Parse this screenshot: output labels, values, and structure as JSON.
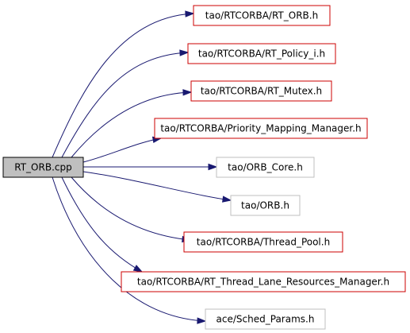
{
  "source": {
    "label": "RT_ORB.cpp",
    "fill": "#bfbfbf",
    "border": "#000000"
  },
  "includes": [
    {
      "label": "tao/RTCORBA/RT_ORB.h",
      "border": "#cc0000"
    },
    {
      "label": "tao/RTCORBA/RT_Policy_i.h",
      "border": "#cc0000"
    },
    {
      "label": "tao/RTCORBA/RT_Mutex.h",
      "border": "#cc0000"
    },
    {
      "label": "tao/RTCORBA/Priority_Mapping_Manager.h",
      "border": "#cc0000"
    },
    {
      "label": "tao/ORB_Core.h",
      "border": "#bfbfbf"
    },
    {
      "label": "tao/ORB.h",
      "border": "#bfbfbf"
    },
    {
      "label": "tao/RTCORBA/Thread_Pool.h",
      "border": "#cc0000"
    },
    {
      "label": "tao/RTCORBA/RT_Thread_Lane_Resources_Manager.h",
      "border": "#cc0000"
    },
    {
      "label": "ace/Sched_Params.h",
      "border": "#bfbfbf"
    }
  ],
  "colors": {
    "edge": "#191970"
  }
}
